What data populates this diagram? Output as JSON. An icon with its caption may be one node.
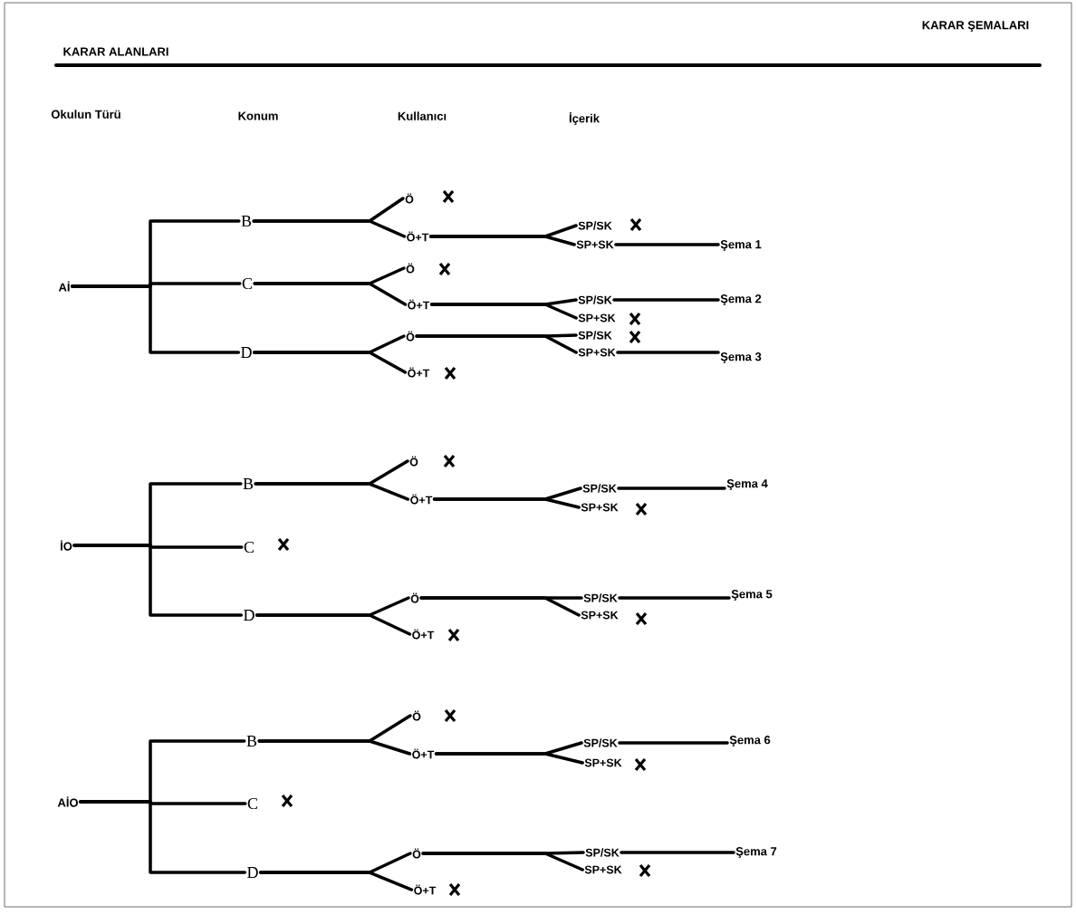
{
  "diagram": {
    "nodes": [
      {
        "text": [
          "Aİ"
        ]
      },
      {
        "text": [
          "B"
        ]
      },
      {
        "text": [
          "C"
        ]
      },
      {
        "text": [
          "D"
        ]
      },
      {
        "text": [
          "Ö"
        ]
      },
      {
        "text": [
          "Ö+T"
        ]
      },
      {
        "text": [
          "Ö"
        ]
      },
      {
        "text": [
          "Ö+T"
        ]
      },
      {
        "text": [
          "Ö"
        ]
      },
      {
        "text": [
          "Ö+T"
        ]
      },
      {
        "text": [
          "SP/SK"
        ]
      },
      {
        "text": [
          "SP+SK"
        ]
      },
      {
        "text": [
          "SP/SK"
        ]
      },
      {
        "text": [
          "SP+SK"
        ]
      },
      {
        "text": [
          "SP/SK"
        ]
      },
      {
        "text": [
          "SP+SK"
        ]
      },
      {
        "text": [
          "Şema 1"
        ]
      },
      {
        "text": [
          "Şema 2"
        ]
      },
      {
        "text": [
          "Şema 3"
        ]
      },
      {
        "text": [
          "İO"
        ]
      },
      {
        "text": [
          "B"
        ]
      },
      {
        "text": [
          "C"
        ]
      },
      {
        "text": [
          "D"
        ]
      },
      {
        "text": [
          "Ö"
        ]
      },
      {
        "text": [
          "Ö+T"
        ]
      },
      {
        "text": [
          "Ö"
        ]
      },
      {
        "text": [
          "Ö+T"
        ]
      },
      {
        "text": [
          "SP/SK"
        ]
      },
      {
        "text": [
          "SP+SK"
        ]
      },
      {
        "text": [
          "SP/SK"
        ]
      },
      {
        "text": [
          "SP+SK"
        ]
      },
      {
        "text": [
          "Şema 4"
        ]
      },
      {
        "text": [
          "Şema 5"
        ]
      },
      {
        "text": [
          "AİO"
        ]
      },
      {
        "text": [
          "B"
        ]
      },
      {
        "text": [
          "C"
        ]
      },
      {
        "text": [
          "D"
        ]
      },
      {
        "text": [
          "Ö"
        ]
      },
      {
        "text": [
          "Ö+T"
        ]
      },
      {
        "text": [
          "Ö"
        ]
      },
      {
        "text": [
          "Ö+T"
        ]
      },
      {
        "text": [
          "SP/SK"
        ]
      },
      {
        "text": [
          "SP+SK"
        ]
      },
      {
        "text": [
          "SP/SK"
        ]
      },
      {
        "text": [
          "SP+SK"
        ]
      },
      {
        "text": [
          "Şema 6"
        ]
      },
      {
        "text": [
          "Şema 7"
        ]
      }
    ],
    "edges": [
      {
        "from": 0,
        "to": 1,
        "arrow": "none"
      },
      {
        "from": 0,
        "to": 2,
        "arrow": "none"
      },
      {
        "from": 0,
        "to": 3,
        "arrow": "none"
      },
      {
        "from": 1,
        "to": 4,
        "arrow": "none"
      },
      {
        "from": 1,
        "to": 5,
        "arrow": "none"
      },
      {
        "from": 2,
        "to": 6,
        "arrow": "none"
      },
      {
        "from": 2,
        "to": 7,
        "arrow": "none"
      },
      {
        "from": 3,
        "to": 8,
        "arrow": "none"
      },
      {
        "from": 3,
        "to": 9,
        "arrow": "none"
      },
      {
        "from": 5,
        "to": 10,
        "arrow": "none"
      },
      {
        "from": 5,
        "to": 11,
        "arrow": "none"
      },
      {
        "from": 7,
        "to": 12,
        "arrow": "none"
      },
      {
        "from": 7,
        "to": 13,
        "arrow": "none"
      },
      {
        "from": 8,
        "to": 14,
        "arrow": "none"
      },
      {
        "from": 8,
        "to": 15,
        "arrow": "none"
      },
      {
        "from": 11,
        "to": 16,
        "arrow": "none"
      },
      {
        "from": 12,
        "to": 17,
        "arrow": "none"
      },
      {
        "from": 15,
        "to": 18,
        "arrow": "none"
      },
      {
        "from": 19,
        "to": 20,
        "arrow": "none"
      },
      {
        "from": 19,
        "to": 21,
        "arrow": "none"
      },
      {
        "from": 19,
        "to": 22,
        "arrow": "none"
      },
      {
        "from": 20,
        "to": 23,
        "arrow": "none"
      },
      {
        "from": 20,
        "to": 24,
        "arrow": "none"
      },
      {
        "from": 22,
        "to": 25,
        "arrow": "none"
      },
      {
        "from": 22,
        "to": 26,
        "arrow": "none"
      },
      {
        "from": 24,
        "to": 27,
        "arrow": "none"
      },
      {
        "from": 24,
        "to": 28,
        "arrow": "none"
      },
      {
        "from": 25,
        "to": 29,
        "arrow": "none"
      },
      {
        "from": 25,
        "to": 30,
        "arrow": "none"
      },
      {
        "from": 27,
        "to": 31,
        "arrow": "none"
      },
      {
        "from": 29,
        "to": 32,
        "arrow": "none"
      },
      {
        "from": 33,
        "to": 34,
        "arrow": "none"
      },
      {
        "from": 33,
        "to": 35,
        "arrow": "none"
      },
      {
        "from": 33,
        "to": 36,
        "arrow": "none"
      },
      {
        "from": 34,
        "to": 37,
        "arrow": "none"
      },
      {
        "from": 34,
        "to": 38,
        "arrow": "none"
      },
      {
        "from": 36,
        "to": 39,
        "arrow": "none"
      },
      {
        "from": 36,
        "to": 40,
        "arrow": "none"
      },
      {
        "from": 38,
        "to": 41,
        "arrow": "none"
      },
      {
        "from": 38,
        "to": 42,
        "arrow": "none"
      },
      {
        "from": 39,
        "to": 43,
        "arrow": "none"
      },
      {
        "from": 39,
        "to": 44,
        "arrow": "none"
      },
      {
        "from": 41,
        "to": 45,
        "arrow": "none"
      },
      {
        "from": 43,
        "to": 46,
        "arrow": "none"
      }
    ],
    "labels": [
      "KARAR ALANLARI",
      "KARAR ŞEMALARI",
      "Okulun Türü",
      "Konum",
      "Kullanıcı",
      "İçerik"
    ]
  }
}
